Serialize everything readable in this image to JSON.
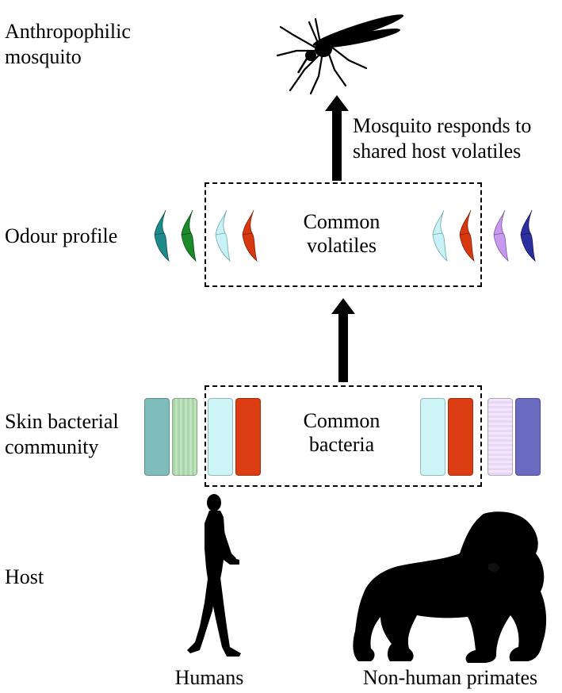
{
  "labels": {
    "mosquito": [
      "Anthropophilic",
      "mosquito"
    ],
    "odour": "Odour profile",
    "skin": [
      "Skin bacterial",
      "community"
    ],
    "host": "Host"
  },
  "arrow_top_text": [
    "Mosquito responds to",
    "shared host volatiles"
  ],
  "common_volatiles": [
    "Common",
    "volatiles"
  ],
  "common_bacteria": [
    "Common",
    "bacteria"
  ],
  "hosts": {
    "humans": "Humans",
    "primates": "Non-human primates"
  },
  "colors": {
    "teal": "#1f8a8a",
    "green": "#1a8a2a",
    "light_cyan": "#c8f2f5",
    "red_orange": "#d8380f",
    "lavender": "#c79af0",
    "navy": "#2c2fa0",
    "bar_teal": "#7fbcbc",
    "bar_green": "#a8d6a8",
    "bar_cyan": "#cdf5f7",
    "bar_red": "#dc3c12",
    "bar_lavender": "#e8d6f6",
    "bar_blue": "#6a6ac0"
  }
}
